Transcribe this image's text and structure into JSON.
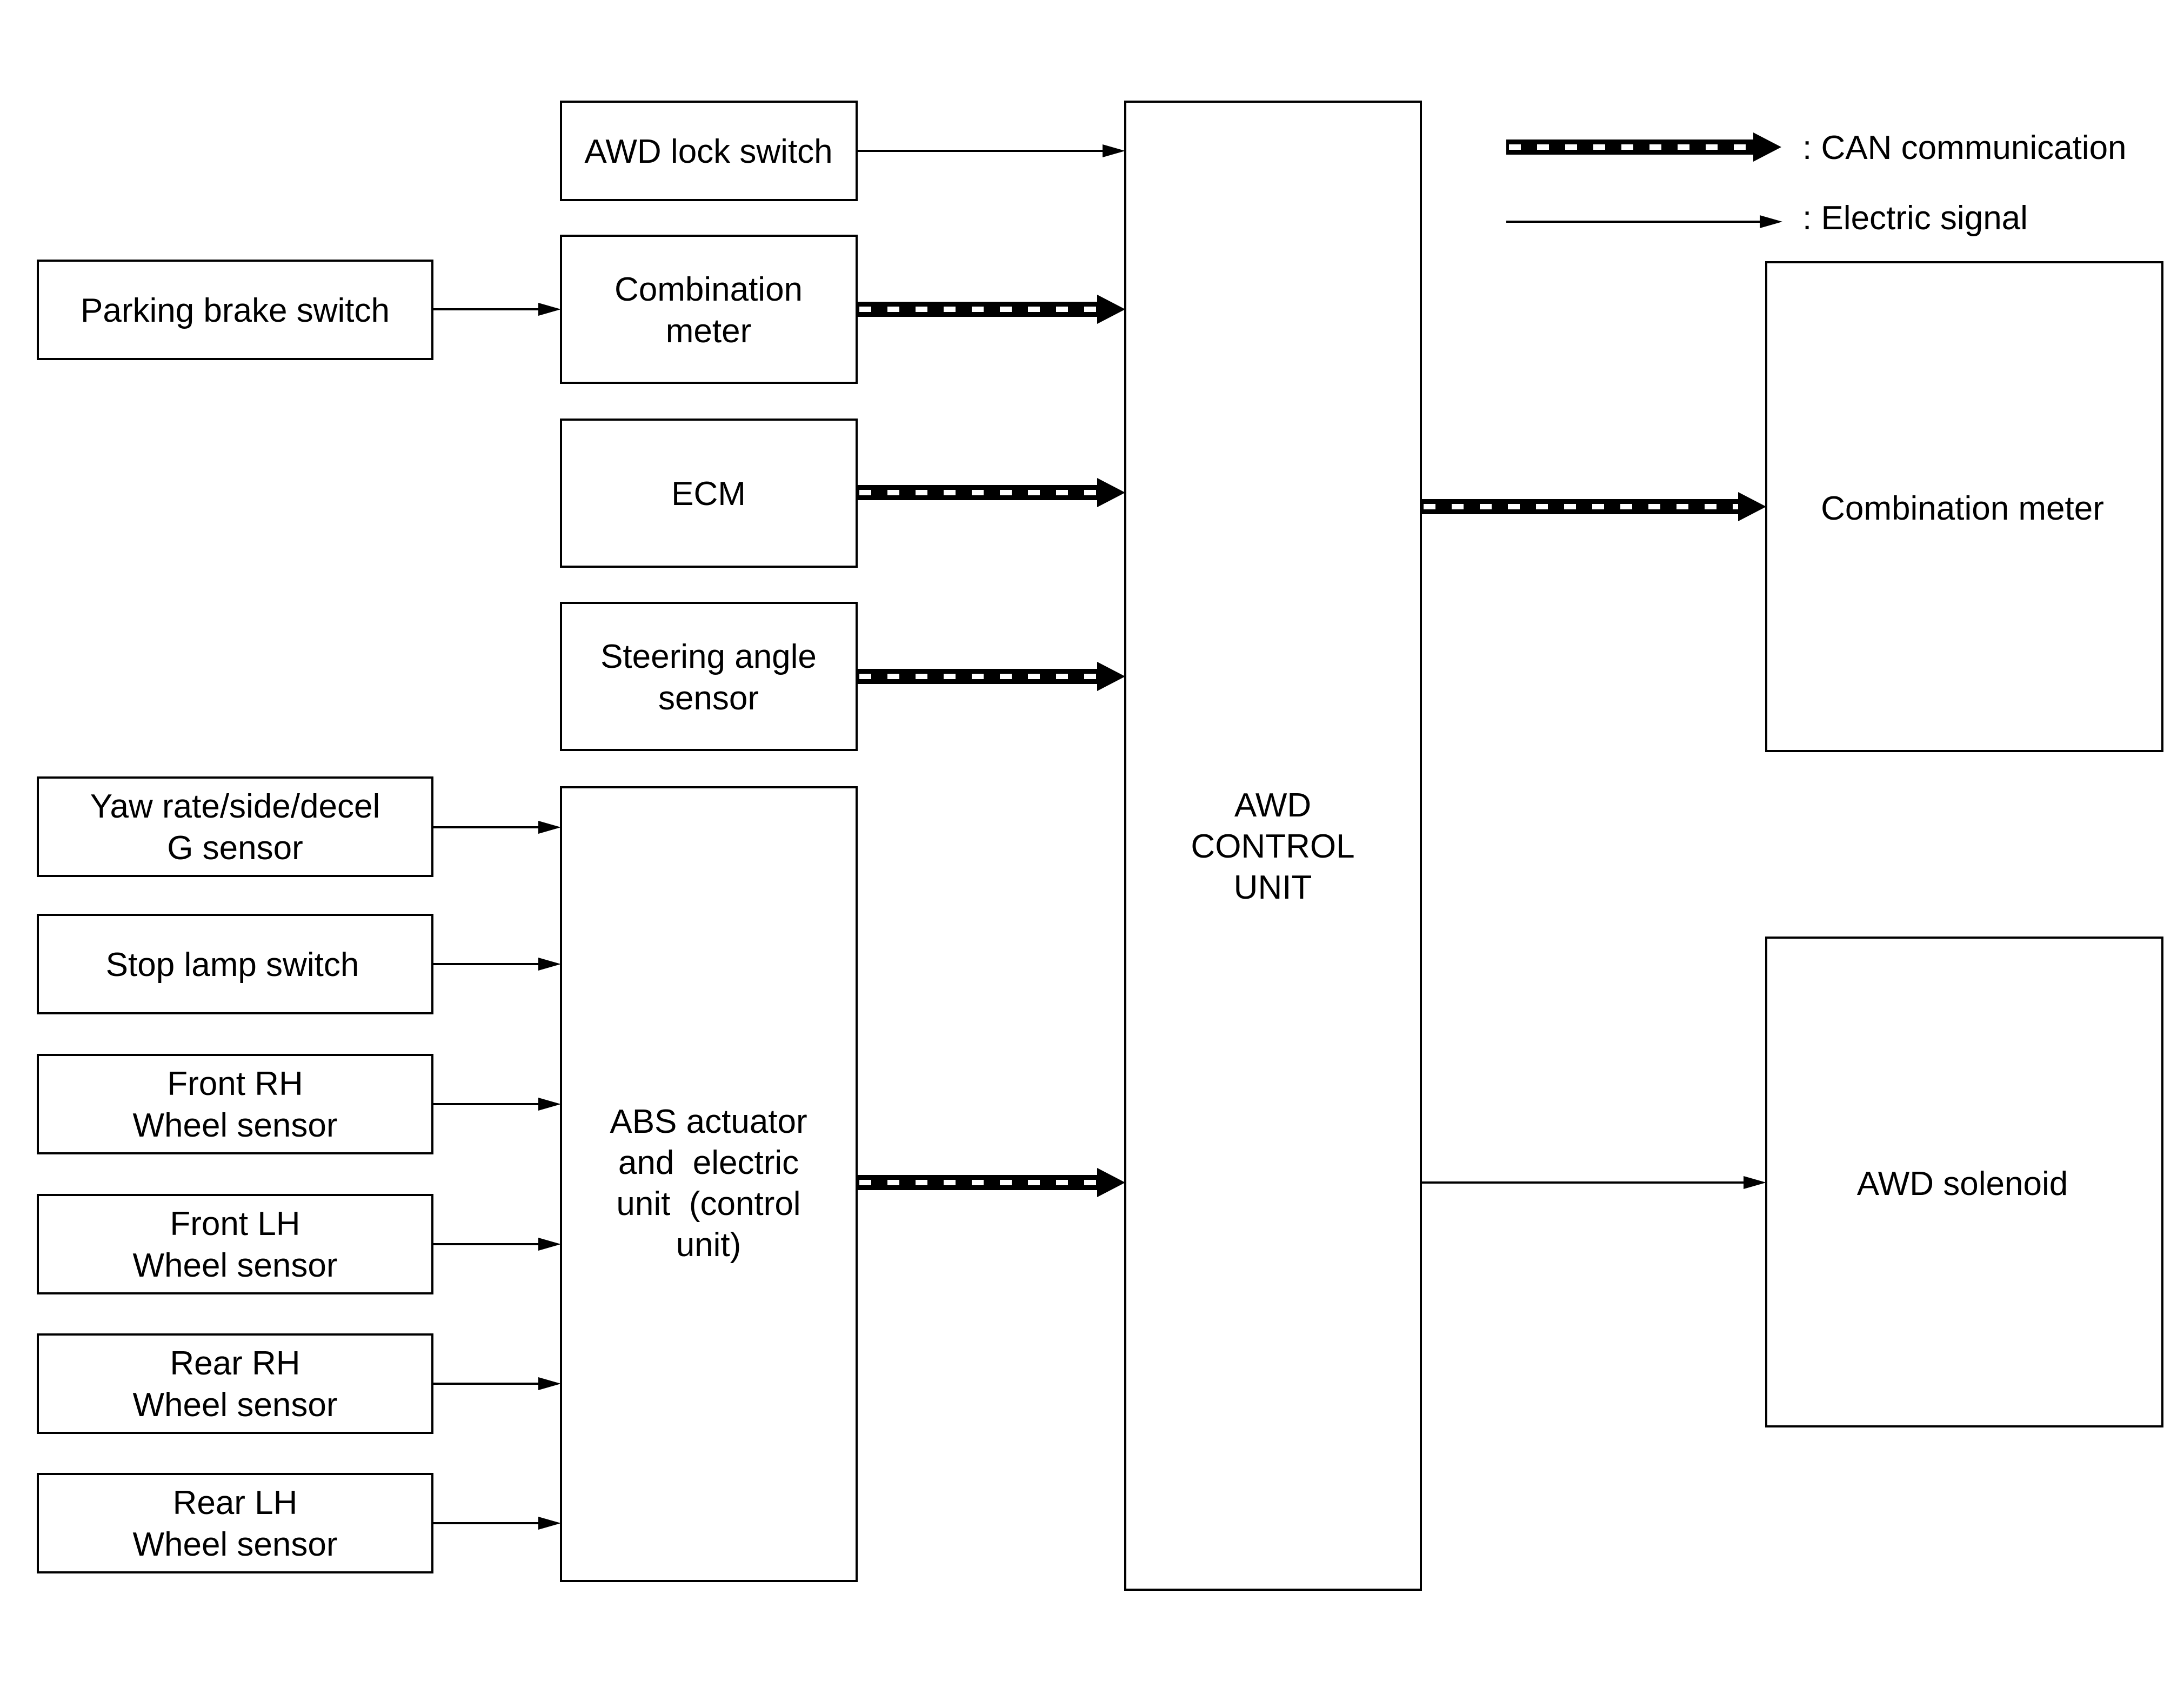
{
  "legend": {
    "can": ": CAN communication",
    "electric": ": Electric signal"
  },
  "blocks": {
    "parking_brake_switch": [
      "Parking brake switch"
    ],
    "awd_lock_switch": [
      "AWD lock switch"
    ],
    "combination_meter_in": [
      "Combination",
      "meter"
    ],
    "ecm": [
      "ECM"
    ],
    "steering_angle_sensor": [
      "Steering angle",
      "sensor"
    ],
    "yaw_rate_sensor": [
      "Yaw rate/side/decel",
      "G sensor"
    ],
    "stop_lamp_switch": [
      "Stop lamp switch"
    ],
    "front_rh_wheel_sensor": [
      "Front RH",
      "Wheel sensor"
    ],
    "front_lh_wheel_sensor": [
      "Front LH",
      "Wheel sensor"
    ],
    "rear_rh_wheel_sensor": [
      "Rear RH",
      "Wheel sensor"
    ],
    "rear_lh_wheel_sensor": [
      "Rear LH",
      "Wheel sensor"
    ],
    "abs_actuator": [
      "ABS actuator",
      "and  electric",
      "unit  (control",
      "unit)"
    ],
    "awd_control_unit": [
      "AWD",
      "CONTROL",
      "UNIT"
    ],
    "combination_meter_out": [
      "Combination meter"
    ],
    "awd_solenoid": [
      "AWD solenoid"
    ]
  },
  "connections": [
    {
      "from": "parking_brake_switch",
      "to": "combination_meter_in",
      "type": "electric"
    },
    {
      "from": "awd_lock_switch",
      "to": "awd_control_unit",
      "type": "electric"
    },
    {
      "from": "combination_meter_in",
      "to": "awd_control_unit",
      "type": "can"
    },
    {
      "from": "ecm",
      "to": "awd_control_unit",
      "type": "can"
    },
    {
      "from": "steering_angle_sensor",
      "to": "awd_control_unit",
      "type": "can"
    },
    {
      "from": "yaw_rate_sensor",
      "to": "abs_actuator",
      "type": "electric"
    },
    {
      "from": "stop_lamp_switch",
      "to": "abs_actuator",
      "type": "electric"
    },
    {
      "from": "front_rh_wheel_sensor",
      "to": "abs_actuator",
      "type": "electric"
    },
    {
      "from": "front_lh_wheel_sensor",
      "to": "abs_actuator",
      "type": "electric"
    },
    {
      "from": "rear_rh_wheel_sensor",
      "to": "abs_actuator",
      "type": "electric"
    },
    {
      "from": "rear_lh_wheel_sensor",
      "to": "abs_actuator",
      "type": "electric"
    },
    {
      "from": "abs_actuator",
      "to": "awd_control_unit",
      "type": "can"
    },
    {
      "from": "awd_control_unit",
      "to": "combination_meter_out",
      "type": "can"
    },
    {
      "from": "awd_control_unit",
      "to": "awd_solenoid",
      "type": "electric"
    }
  ]
}
